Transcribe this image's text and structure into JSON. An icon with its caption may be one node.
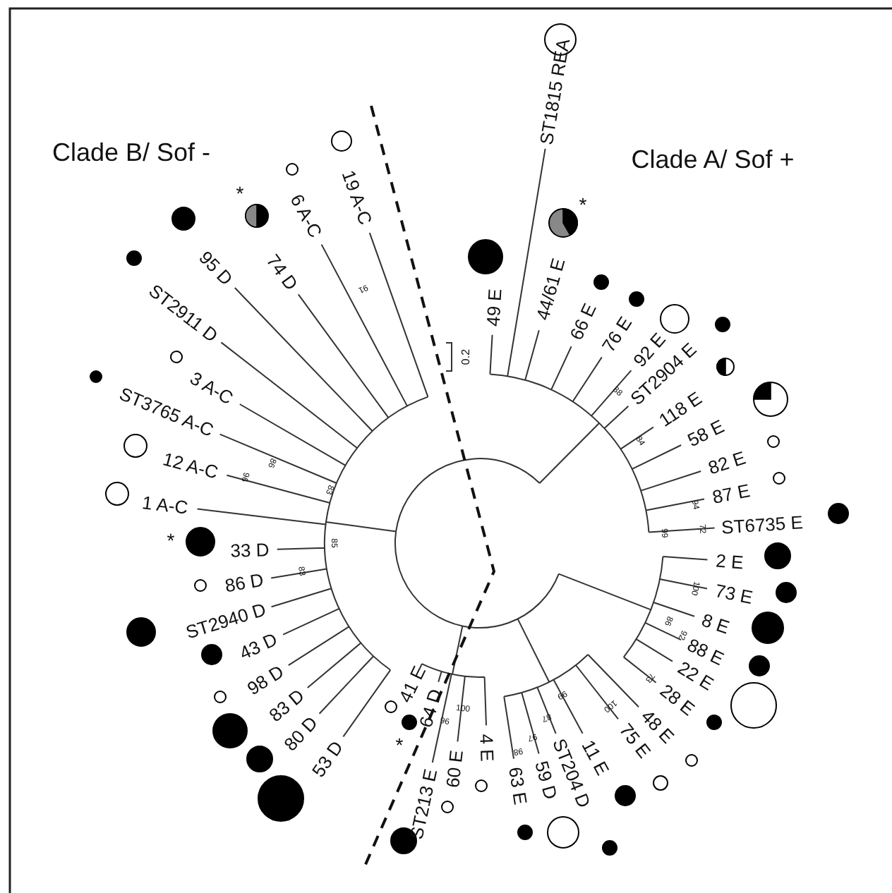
{
  "diagram": {
    "labels": [
      "Clade B/ Sof -",
      "19 A-C",
      "6 A-C",
      "*",
      "74 D",
      "95 D",
      "ST2911 D",
      "3 A-C",
      "ST3765 A-C",
      "12 A-C",
      "1 A-C",
      "*",
      "33 D",
      "86 D",
      "ST2940 D",
      "43 D",
      "98 D",
      "83 D",
      "80 D",
      "53 D",
      "41 E",
      "64 D",
      "*",
      "ST213 E",
      "60 E",
      "4 E",
      "63 E",
      "59 D",
      "ST204 D",
      "11 E",
      "75 E",
      "48 E",
      "28 E",
      "22 E",
      "88 E",
      "8 E",
      "73 E",
      "2 E",
      "ST6735 E",
      "87 E",
      "82 E",
      "58 E",
      "118 E",
      "ST2904 E",
      "92 E",
      "76 E",
      "66 E",
      "44/61 E",
      "*",
      "49 E",
      "ST1815 REA",
      "Clade A/ Sof +",
      "0.2",
      "91",
      "96",
      "86",
      "83",
      "85",
      "83",
      "88",
      "84",
      "94",
      "72",
      "99",
      "100",
      "86",
      "92",
      "73",
      "100",
      "99",
      "87",
      "97",
      "98",
      "100",
      "96"
    ]
  }
}
